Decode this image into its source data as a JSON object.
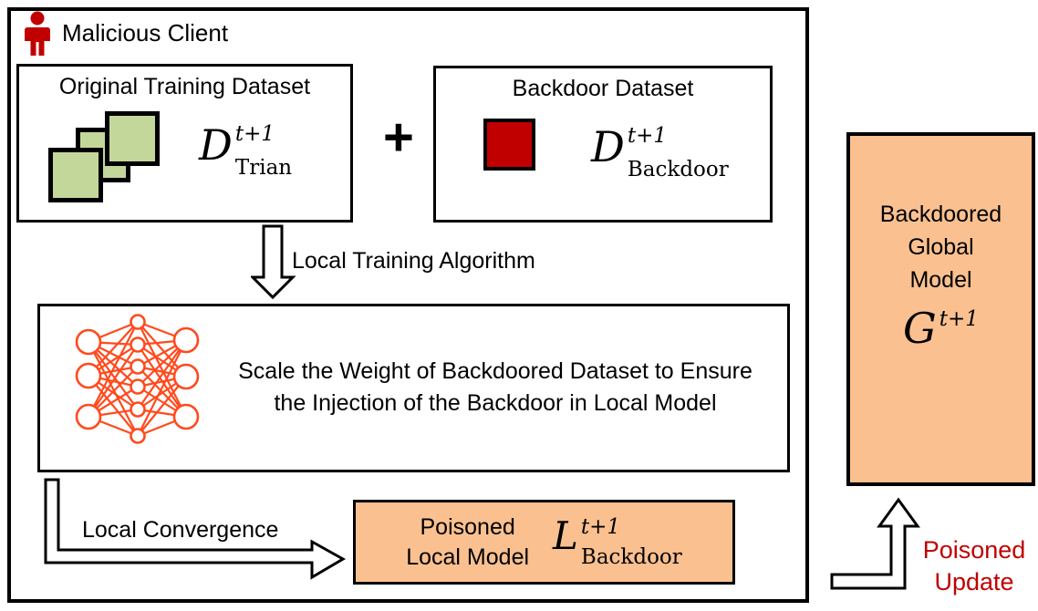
{
  "colors": {
    "accent_red": "#c00000",
    "dataset_green": "#c4d79b",
    "model_orange": "#fac090",
    "nn_orange": "#ff4a1e",
    "outline": "#000000"
  },
  "header": {
    "icon": "malicious-person-icon",
    "label": "Malicious Client"
  },
  "original_dataset_box": {
    "title": "Original Training Dataset",
    "icon": "stacked-green-squares-icon",
    "math": {
      "base": "D",
      "sup": "t+1",
      "sub": "Trian"
    }
  },
  "plus_sign": "+",
  "backdoor_dataset_box": {
    "title": "Backdoor Dataset",
    "icon": "red-square-icon",
    "math": {
      "base": "D",
      "sup": "t+1",
      "sub": "Backdoor"
    }
  },
  "local_training_arrow": {
    "icon": "down-hollow-arrow-icon",
    "label": "Local Training Algorithm"
  },
  "scale_box": {
    "icon": "neural-network-icon",
    "text_line1": "Scale the Weight of Backdoored Dataset to Ensure",
    "text_line2": "the Injection of the Backdoor in Local Model"
  },
  "local_convergence_arrow": {
    "icon": "l-shaped-right-hollow-arrow-icon",
    "label": "Local Convergence"
  },
  "poisoned_local_model_box": {
    "line1": "Poisoned",
    "line2": "Local Model",
    "math": {
      "base": "L",
      "sup": "t+1",
      "sub": "Backdoor"
    }
  },
  "global_model_box": {
    "line1": "Backdoored",
    "line2": "Global",
    "line3": "Model",
    "math": {
      "base": "G",
      "sup": "t+1"
    }
  },
  "poisoned_update_arrow": {
    "icon": "up-hollow-arrow-icon",
    "label_line1": "Poisoned",
    "label_line2": "Update"
  }
}
